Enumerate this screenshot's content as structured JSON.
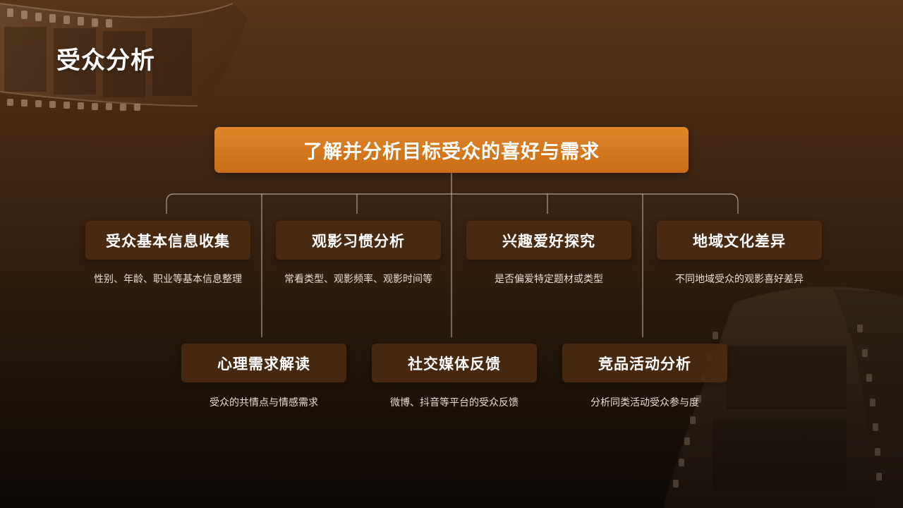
{
  "slide": {
    "title": "受众分析"
  },
  "diagram": {
    "root": "了解并分析目标受众的喜好与需求",
    "top_nodes": [
      {
        "label": "受众基本信息收集",
        "description": "性别、年龄、职业等基本信息整理"
      },
      {
        "label": "观影习惯分析",
        "description": "常看类型、观影频率、观影时间等"
      },
      {
        "label": "兴趣爱好探究",
        "description": "是否偏爱特定题材或类型"
      },
      {
        "label": "地域文化差异",
        "description": "不同地域受众的观影喜好差异"
      }
    ],
    "bottom_nodes": [
      {
        "label": "心理需求解读",
        "description": "受众的共情点与情感需求"
      },
      {
        "label": "社交媒体反馈",
        "description": "微博、抖音等平台的受众反馈"
      },
      {
        "label": "竞品活动分析",
        "description": "分析同类活动受众参与度"
      }
    ]
  },
  "colors": {
    "accent": "#d97a1f",
    "node_fill": "#4a2a12",
    "background_top": "#5a3416",
    "background_bottom": "#0d0805",
    "connector": "#d8c8b8"
  }
}
